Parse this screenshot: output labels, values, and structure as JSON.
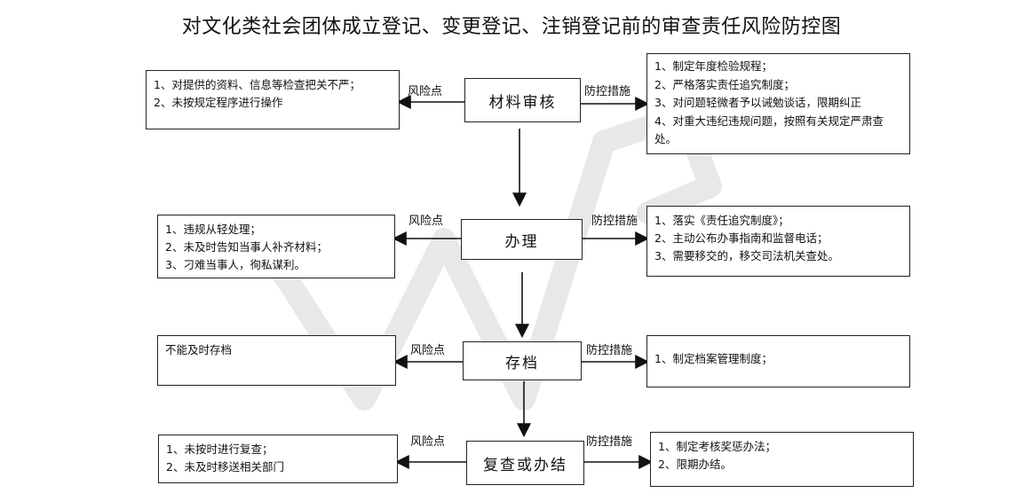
{
  "title": "对文化类社会团体成立登记、变更登记、注销登记前的审查责任风险防控图",
  "labels": {
    "risk": "风险点",
    "control": "防控措施"
  },
  "stages": [
    {
      "name": "材料审核",
      "risks": [
        "1、对提供的资料、信息等检查把关不严；",
        "2、未按规定程序进行操作"
      ],
      "controls": [
        "1、制定年度检验规程；",
        "2、严格落实责任追究制度；",
        "3、对问题轻微者予以诫勉谈话，限期纠正",
        "4、对重大违纪违规问题，按照有关规定严肃查处。"
      ]
    },
    {
      "name": "办理",
      "risks": [
        "1、违规从轻处理；",
        "2、未及时告知当事人补齐材料；",
        "3、刁难当事人，徇私谋利。"
      ],
      "controls": [
        "1、落实《责任追究制度》；",
        "2、主动公布办事指南和监督电话；",
        "3、需要移交的，移交司法机关查处。"
      ]
    },
    {
      "name": "存档",
      "risks": [
        "不能及时存档"
      ],
      "controls": [
        "1、制定档案管理制度；"
      ]
    },
    {
      "name": "复查或办结",
      "risks": [
        "1、未按时进行复查；",
        "2、未及时移送相关部门"
      ],
      "controls": [
        "1、制定考核奖惩办法；",
        "2、限期办结。"
      ]
    }
  ]
}
